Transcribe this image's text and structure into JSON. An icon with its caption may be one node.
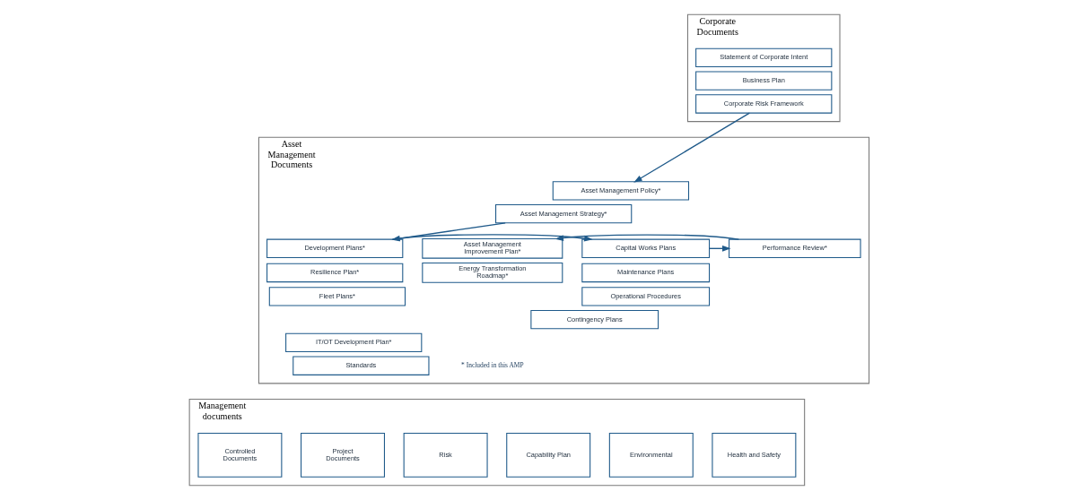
{
  "diagram": {
    "nodes": [
      {
        "text": [
          "Corporate Documents"
        ]
      },
      {
        "text": [
          "Statement of Corporate Intent"
        ],
        "in": 0
      },
      {
        "text": [
          "Business Plan"
        ],
        "in": 0
      },
      {
        "text": [
          "Corporate Risk Framework"
        ],
        "in": 0
      },
      {
        "text": [
          "Asset Management Documents"
        ]
      },
      {
        "text": [
          "Asset Management Policy*"
        ],
        "in": 4
      },
      {
        "text": [
          "Asset Management Strategy*"
        ],
        "in": 4
      },
      {
        "text": [
          "Development Plans*"
        ],
        "in": 4
      },
      {
        "text": [
          "Resilience Plan*"
        ],
        "in": 4
      },
      {
        "text": [
          "Fleet Plans*"
        ],
        "in": 4
      },
      {
        "text": [
          "IT/OT Development Plan*"
        ],
        "in": 4
      },
      {
        "text": [
          "Standards"
        ],
        "in": 4
      },
      {
        "text": [
          "Capital Works Plans"
        ],
        "in": 4
      },
      {
        "text": [
          "Maintenance Plans"
        ],
        "in": 4
      },
      {
        "text": [
          "Operational Procedures"
        ],
        "in": 4
      },
      {
        "text": [
          "Contingency Plans"
        ],
        "in": 4
      },
      {
        "text": [
          "Performance Review*"
        ],
        "in": 4
      },
      {
        "text": [
          "Asset Management Improvement Plan*"
        ],
        "in": 4
      },
      {
        "text": [
          "Energy Transformation Roadmap*"
        ],
        "in": 4
      },
      {
        "text": [
          "Management documents"
        ]
      },
      {
        "text": [
          "Health and Safety"
        ],
        "in": 19
      },
      {
        "text": [
          "Environmental"
        ],
        "in": 19
      },
      {
        "text": [
          "Risk"
        ],
        "in": 19
      },
      {
        "text": [
          "Capability Plan"
        ],
        "in": 19
      },
      {
        "text": [
          "Project Documents"
        ],
        "in": 19
      },
      {
        "text": [
          "Controlled Documents"
        ],
        "in": 19
      }
    ],
    "edges": [
      {
        "from": 3,
        "to": 5,
        "arrow": "to"
      },
      {
        "from": 6,
        "to": 7,
        "arrow": "to"
      },
      {
        "from": 7,
        "to": 12,
        "arrow": "to"
      },
      {
        "from": 12,
        "to": 16,
        "arrow": "to"
      },
      {
        "from": 16,
        "to": 17,
        "arrow": "to"
      }
    ],
    "labels": [
      "* Included in this AMP"
    ]
  }
}
